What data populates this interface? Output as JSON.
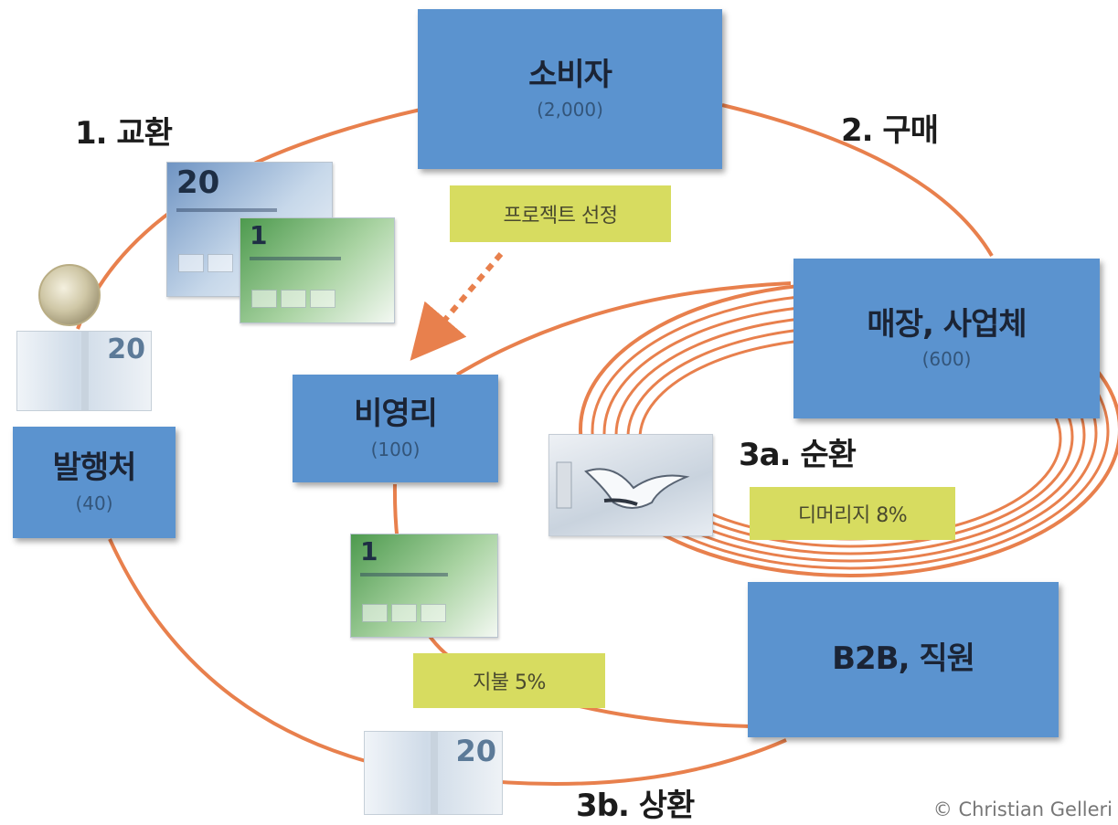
{
  "nodes": {
    "consumer": {
      "name": "소비자",
      "count": "(2,000)"
    },
    "stores": {
      "name": "매장, 사업체",
      "count": "(600)"
    },
    "nonprofit": {
      "name": "비영리",
      "count": "(100)"
    },
    "issuer": {
      "name": "발행처",
      "count": "(40)"
    },
    "b2b": {
      "name": "B2B, 직원"
    }
  },
  "tags": {
    "project_selection": "프로젝트 선정",
    "demurrage": "디머리지 8%",
    "payment": "지불 5%"
  },
  "flows": {
    "exchange": "1. 교환",
    "purchase": "2. 구매",
    "circulation": "3a. 순환",
    "redemption": "3b. 상환"
  },
  "voucher_denominations": [
    "20",
    "1",
    "1"
  ],
  "banknote_denomination": "20",
  "credit": "© Christian Gelleri",
  "colors": {
    "node_blue": "#5b93cf",
    "tag_yellow": "#d7dc60",
    "flow_orange": "#e8804d"
  }
}
